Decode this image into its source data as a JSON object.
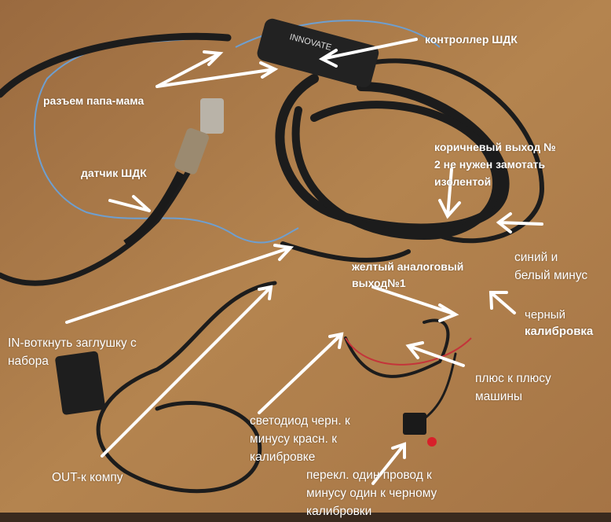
{
  "photo": {
    "controller_logo": "INNOVATE",
    "colors": {
      "wood": "#a9784a",
      "cable": "#1c1c1c",
      "blue_wire": "#6e9fd0",
      "arrow": "#ffffff",
      "button": "#d8202a"
    }
  },
  "labels": {
    "controller": "контроллер ШДК",
    "connector": "разъем папа-мама",
    "sensor": "датчик ШДК",
    "brown": [
      "коричневый выход №",
      "2 не нужен замотать",
      "изолентой"
    ],
    "yellow": [
      "желтый аналоговый",
      "выход№1"
    ],
    "blue_white": [
      "синий и",
      "белый минус"
    ],
    "black": [
      "черный",
      "калибровка"
    ],
    "in": [
      "IN-воткнуть заглушку с",
      "набора"
    ],
    "plus": [
      "плюс к плюсу",
      "машины"
    ],
    "led": [
      "светодиод черн. к",
      "минусу красн. к",
      "калибровке"
    ],
    "switch": [
      "перекл. один провод к",
      "минусу один к черному",
      "калибровки"
    ],
    "out": "OUT-к компу"
  }
}
